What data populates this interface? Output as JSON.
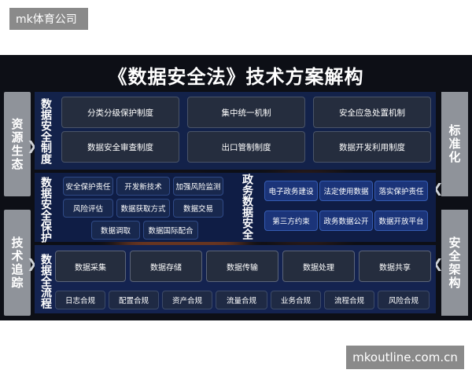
{
  "watermark_top": "mk体育公司",
  "watermark_bottom": "mkoutline.com.cn",
  "title": "《数据安全法》技术方案解构",
  "left_labels": [
    "资源生态",
    "技术追踪"
  ],
  "right_labels": [
    "标准化",
    "安全架构"
  ],
  "sections": {
    "system": {
      "label": "数据安全制度",
      "items": [
        "分类分级保护制度",
        "集中统一机制",
        "安全应急处置机制",
        "数据安全审查制度",
        "出口管制制度",
        "数据开发利用制度"
      ]
    },
    "protection": {
      "label": "数据安全保护",
      "items": [
        "安全保护责任",
        "开发新技术",
        "加强风险监测",
        "风险评估",
        "数据获取方式",
        "数据交易",
        "数据调取",
        "数据国际配合"
      ]
    },
    "government": {
      "label": "政务数据安全",
      "items": [
        "电子政务建设",
        "法定使用数据",
        "落实保护责任",
        "第三方约束",
        "政务数据公开",
        "数据开放平台"
      ]
    },
    "flow": {
      "label": "数据全流程",
      "items": [
        "数据采集",
        "数据存储",
        "数据传输",
        "数据处理",
        "数据共享"
      ],
      "compliance": [
        "日志合规",
        "配置合规",
        "资产合规",
        "流量合规",
        "业务合规",
        "流程合规",
        "风险合规"
      ]
    }
  }
}
